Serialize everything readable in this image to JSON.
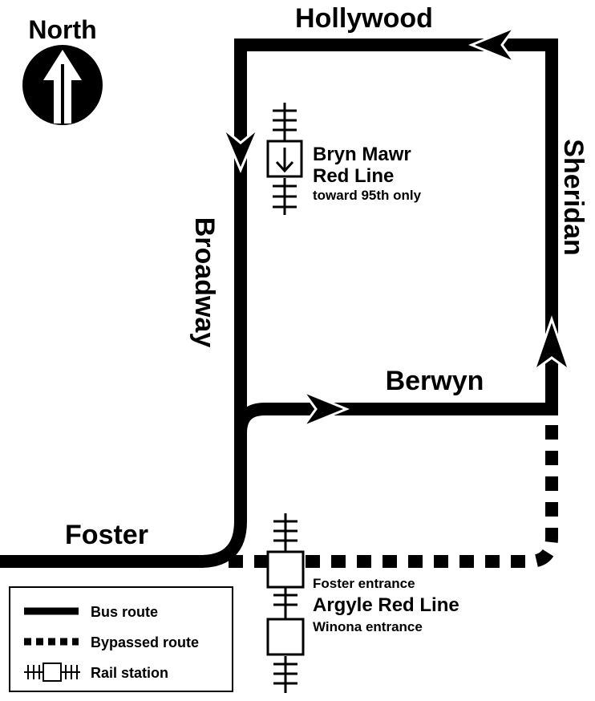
{
  "compass": {
    "label": "North",
    "icon": "north-arrow-icon"
  },
  "streets": {
    "hollywood": "Hollywood",
    "sheridan": "Sheridan",
    "broadway": "Broadway",
    "berwyn": "Berwyn",
    "foster": "Foster"
  },
  "stations": {
    "bryn_mawr": {
      "name_line1": "Bryn Mawr",
      "name_line2": "Red Line",
      "note": "toward 95th only"
    },
    "argyle": {
      "entrance_top": "Foster entrance",
      "name": "Argyle Red Line",
      "entrance_bottom": "Winona entrance"
    }
  },
  "legend": {
    "items": [
      {
        "label": "Bus route",
        "icon": "solid-line-icon"
      },
      {
        "label": "Bypassed route",
        "icon": "dotted-line-icon"
      },
      {
        "label": "Rail station",
        "icon": "rail-station-icon"
      }
    ]
  },
  "colors": {
    "ink": "#000000",
    "paper": "#ffffff"
  }
}
